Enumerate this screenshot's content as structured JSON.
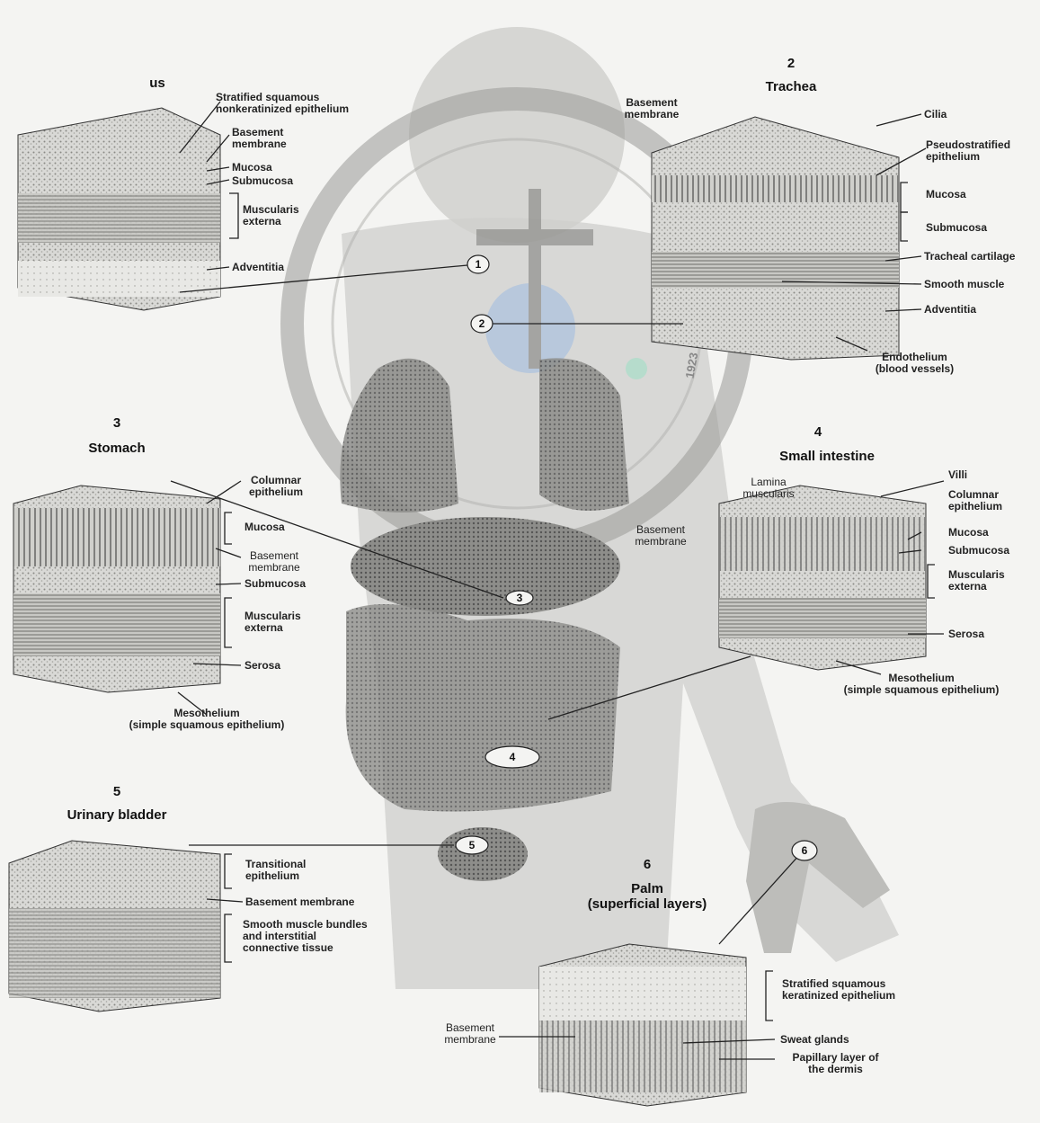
{
  "panels": {
    "esophagus": {
      "title": "us",
      "labels": {
        "stratified": "Stratified squamous\nnonkeratinized epithelium",
        "basement": "Basement\nmembrane",
        "mucosa": "Mucosa",
        "submucosa": "Submucosa",
        "muscularis": "Muscularis\nexterna",
        "adventitia": "Adventitia"
      }
    },
    "trachea": {
      "number": "2",
      "title": "Trachea",
      "labels": {
        "basement": "Basement\nmembrane",
        "cilia": "Cilia",
        "pseudo": "Pseudostratified\nepithelium",
        "mucosa": "Mucosa",
        "submucosa": "Submucosa",
        "cartilage": "Tracheal cartilage",
        "smooth": "Smooth muscle",
        "adventitia": "Adventitia",
        "endothelium": "Endothelium\n(blood vessels)"
      }
    },
    "stomach": {
      "number": "3",
      "title": "Stomach",
      "labels": {
        "columnar": "Columnar\nepithelium",
        "mucosa": "Mucosa",
        "basement": "Basement\nmembrane",
        "submucosa": "Submucosa",
        "muscularis": "Muscularis\nexterna",
        "serosa": "Serosa",
        "mesothelium": "Mesothelium\n(simple squamous epithelium)"
      }
    },
    "small_intestine": {
      "number": "4",
      "title": "Small intestine",
      "labels": {
        "villi": "Villi",
        "columnar": "Columnar\nepithelium",
        "mucosa": "Mucosa",
        "submucosa": "Submucosa",
        "muscularis": "Muscularis\nexterna",
        "serosa": "Serosa",
        "mesothelium": "Mesothelium\n(simple squamous epithelium)",
        "lamina": "Lamina\nmuscularis",
        "basement": "Basement\nmembrane"
      }
    },
    "bladder": {
      "number": "5",
      "title": "Urinary bladder",
      "labels": {
        "transitional": "Transitional\nepithelium",
        "basement": "Basement membrane",
        "smooth": "Smooth muscle bundles\nand interstitial\nconnective tissue"
      }
    },
    "palm": {
      "number": "6",
      "title": "Palm\n(superficial layers)",
      "labels": {
        "stratified": "Stratified squamous\nkeratinized epithelium",
        "basement": "Basement\nmembrane",
        "sweat": "Sweat glands",
        "papillary": "Papillary layer of\nthe dermis"
      }
    }
  },
  "markers": {
    "m1": "1",
    "m2": "2",
    "m3": "3",
    "m4": "4",
    "m5": "5",
    "m6": "6"
  },
  "watermark_text": "1923"
}
